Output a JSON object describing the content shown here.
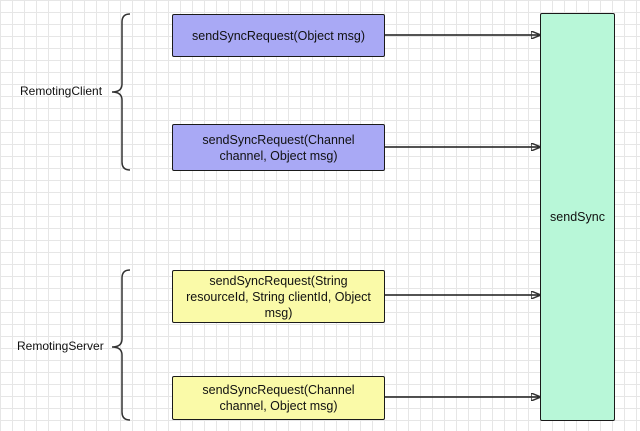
{
  "groups": [
    {
      "label": "RemotingClient",
      "methods": [
        "sendSyncRequest(Object msg)",
        "sendSyncRequest(Channel channel, Object msg)"
      ]
    },
    {
      "label": "RemotingServer",
      "methods": [
        "sendSyncRequest(String resourceId, String clientId, Object msg)",
        "sendSyncRequest(Channel channel, Object msg)"
      ]
    }
  ],
  "target": "sendSync",
  "colors": {
    "client_fill": "#a9a9f5",
    "server_fill": "#fafaa8",
    "target_fill": "#b8f7d8",
    "stroke": "#1a1a1a"
  }
}
